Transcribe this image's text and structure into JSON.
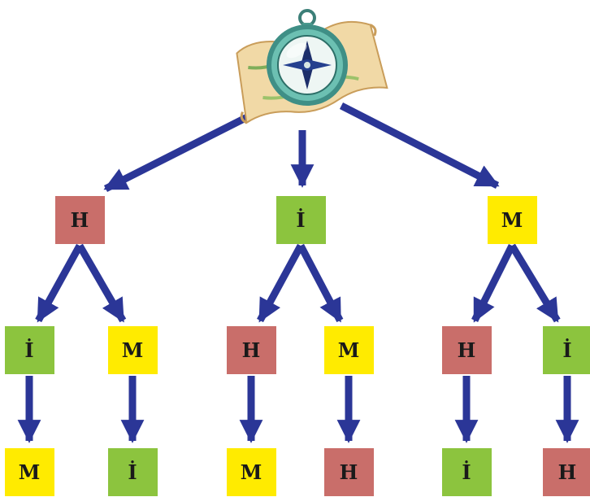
{
  "colors": {
    "H": "#c96e6a",
    "İ": "#8cc43e",
    "M": "#ffeb00",
    "arrow": "#2b3697"
  },
  "root": {
    "icon": "compass-on-map-icon"
  },
  "tree": {
    "level1": [
      {
        "label": "H"
      },
      {
        "label": "İ"
      },
      {
        "label": "M"
      }
    ],
    "level2": [
      {
        "label": "İ"
      },
      {
        "label": "M"
      },
      {
        "label": "H"
      },
      {
        "label": "M"
      },
      {
        "label": "H"
      },
      {
        "label": "İ"
      }
    ],
    "level3": [
      {
        "label": "M"
      },
      {
        "label": "İ"
      },
      {
        "label": "M"
      },
      {
        "label": "H"
      },
      {
        "label": "İ"
      },
      {
        "label": "H"
      }
    ]
  }
}
